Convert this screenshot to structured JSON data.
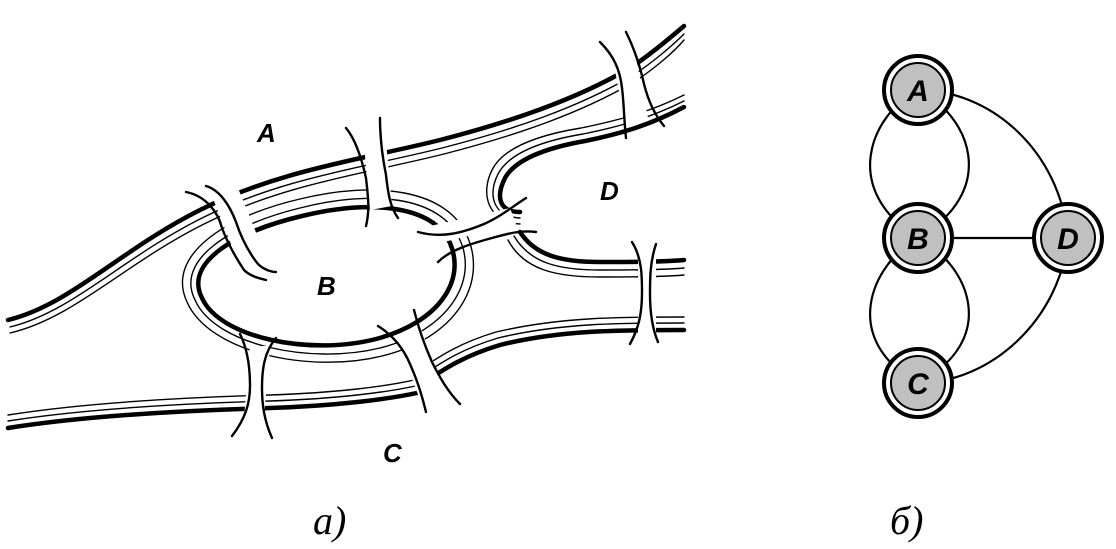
{
  "map": {
    "regions": {
      "a": "A",
      "b": "B",
      "c": "C",
      "d": "D"
    },
    "caption": "a)"
  },
  "graph": {
    "nodes": {
      "a": "A",
      "b": "B",
      "c": "C",
      "d": "D"
    },
    "caption": "б)"
  },
  "colors": {
    "node_fill": "#c0c0c0",
    "line": "#000000",
    "background": "#ffffff"
  }
}
